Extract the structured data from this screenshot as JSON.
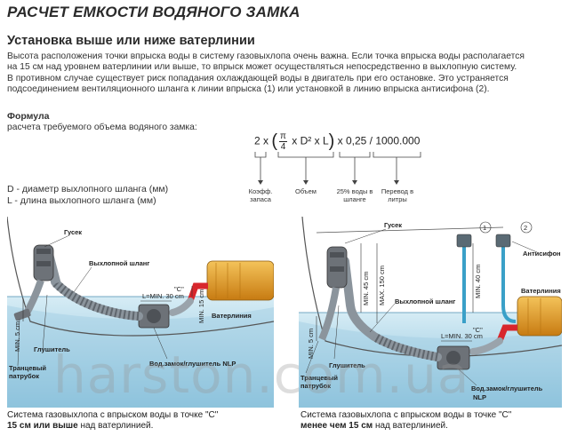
{
  "title": "РАСЧЕТ ЕМКОСТИ ВОДЯНОГО ЗАМКА",
  "subtitle": "Установка выше или ниже ватерлинии",
  "paragraph_lines": [
    "Высота расположения точки впрыска воды в систему газовыхлопа очень важна. Если точка впрыска воды располагается",
    "на 15 см над уровнем ватерлинии или выше, то впрыск может осуществляться непосредственно в выхлопную систему.",
    "В противном случае существует риск попадания охлаждающей воды в двигатель при его остановке. Это устраняется",
    "подсоединением вентиляционного шланга к линии впрыска (1) или установкой в линию впрыска антисифона (2)."
  ],
  "formula": {
    "heading": "Формула",
    "subheading": "расчета требуемого объема водяного замка:",
    "prefix": "2 x",
    "pi": "π",
    "four": "4",
    "mid": "x D² x L",
    "suffix": "x 0,25 / 1000.000",
    "labels": [
      "Коэфф. запаса",
      "Объем",
      "25% воды в шланге",
      "Перевод в литры"
    ]
  },
  "definitions": {
    "d": "D - диаметр выхлопного шланга (мм)",
    "l": "L - длина выхлопного шланга (мм)"
  },
  "diagram_left": {
    "gusek": "Гусек",
    "hose": "Выхлопной шланг",
    "min30": "L=MIN. 30 cm",
    "point_c": "\"C\"",
    "min15": "MIN. 15 cm",
    "waterline": "Ватерлиния",
    "min5": "MIN. 5 cm",
    "muffler": "Глушитель",
    "transom_1": "Транцевый",
    "transom_2": "патрубок",
    "lock": "Вод.замок/глушитель NLP"
  },
  "diagram_right": {
    "gusek": "Гусек",
    "num1": "1",
    "num2": "2",
    "antisiphon": "Антисифон",
    "min45": "MIN. 45 cm",
    "max150": "MAX. 150 cm",
    "min40": "MIN. 40 cm",
    "waterline": "Ватерлиния",
    "hose": "Выхлопной шланг",
    "min30": "L=MIN. 30 cm",
    "point_c": "\"C\"",
    "min5": "MIN. 5 cm",
    "muffler": "Глушитель",
    "transom_1": "Транцевый",
    "transom_2": "патрубок",
    "lock1": "Вод.замок/глушитель",
    "lock2": "NLP"
  },
  "captions": {
    "left_line1": "Система газовыхлопа с впрыском воды в точке \"C\"",
    "left_bold": "15 см или выше",
    "left_rest": "над ватерлинией.",
    "right_line1": "Система газовыхлопа с впрыском воды в точке \"C\"",
    "right_bold": "менее чем 15 см",
    "right_rest": "над ватерлинией."
  },
  "watermark": "harston.com.ua",
  "colors": {
    "water_top": "#cfe8f2",
    "water_bottom": "#8fc5de",
    "engine": "#e6a02a",
    "hose_gray": "#9aa3ab",
    "hot_red": "#d8262c",
    "tube_blue": "#3aa0c8"
  }
}
